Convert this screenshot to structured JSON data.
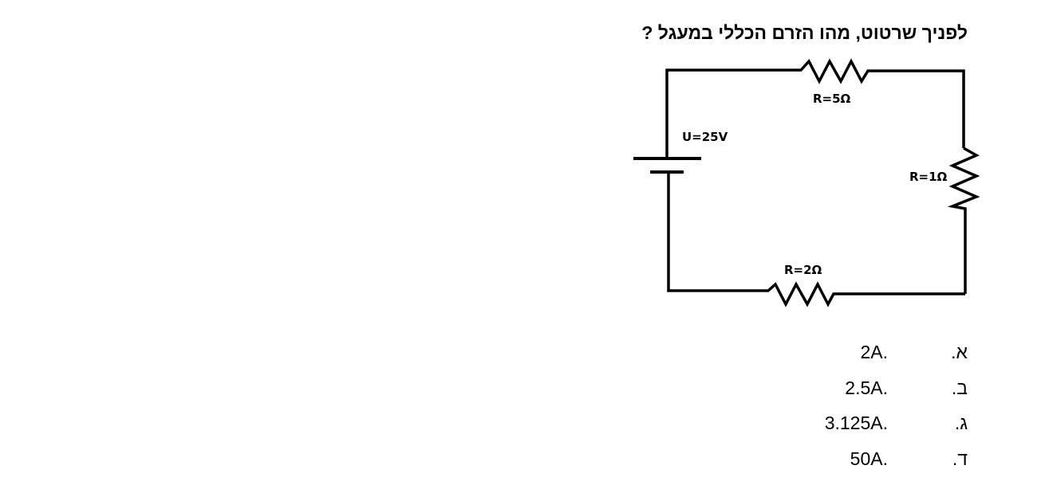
{
  "question": {
    "text": "לפניך שרטוט, מהו הזרם הכללי במעגל ?"
  },
  "circuit": {
    "source_label": "U=25V",
    "resistors": [
      {
        "label": "R=5Ω"
      },
      {
        "label": "R=1Ω"
      },
      {
        "label": "R=2Ω"
      }
    ]
  },
  "options": [
    {
      "letter": "א.",
      "value": ".2A"
    },
    {
      "letter": "ב.",
      "value": ".2.5A"
    },
    {
      "letter": "ג.",
      "value": ".3.125A"
    },
    {
      "letter": "ד.",
      "value": ".50A"
    }
  ]
}
